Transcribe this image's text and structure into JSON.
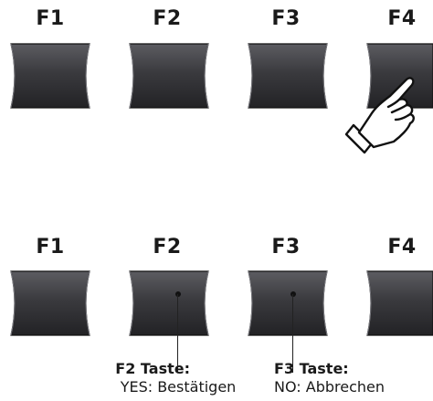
{
  "top_row": {
    "keys": [
      {
        "label": "F1"
      },
      {
        "label": "F2"
      },
      {
        "label": "F3"
      },
      {
        "label": "F4"
      }
    ]
  },
  "bottom_row": {
    "keys": [
      {
        "label": "F1"
      },
      {
        "label": "F2"
      },
      {
        "label": "F3"
      },
      {
        "label": "F4"
      }
    ]
  },
  "callouts": {
    "f2": {
      "title": "F2 Taste:",
      "text": "YES: Bestätigen"
    },
    "f3": {
      "title": "F3 Taste:",
      "text": "NO: Abbrechen"
    }
  },
  "icons": {
    "hand": "pointing-hand-icon"
  },
  "colors": {
    "key_dark": "#2b2b2e",
    "key_light": "#5a5a5f"
  }
}
